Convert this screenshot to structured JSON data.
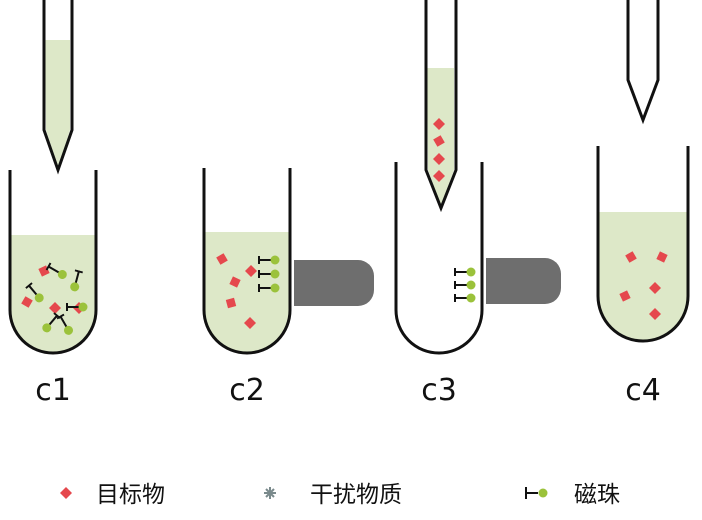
{
  "stages": [
    {
      "label": "c1"
    },
    {
      "label": "c2"
    },
    {
      "label": "c3"
    },
    {
      "label": "c4"
    }
  ],
  "legend": [
    {
      "label": "目标物",
      "icon": "red-diamond-icon"
    },
    {
      "label": "干扰物质",
      "icon": "gray-star-icon"
    },
    {
      "label": "磁珠",
      "icon": "magnetic-bead-icon"
    }
  ],
  "colors": {
    "liquid": "#dde8c8",
    "target": "#e5484d",
    "bead": "#9bc23b",
    "interferent": "#7a8a8c",
    "magnet": "#6e6e6e",
    "outline": "#111111"
  }
}
